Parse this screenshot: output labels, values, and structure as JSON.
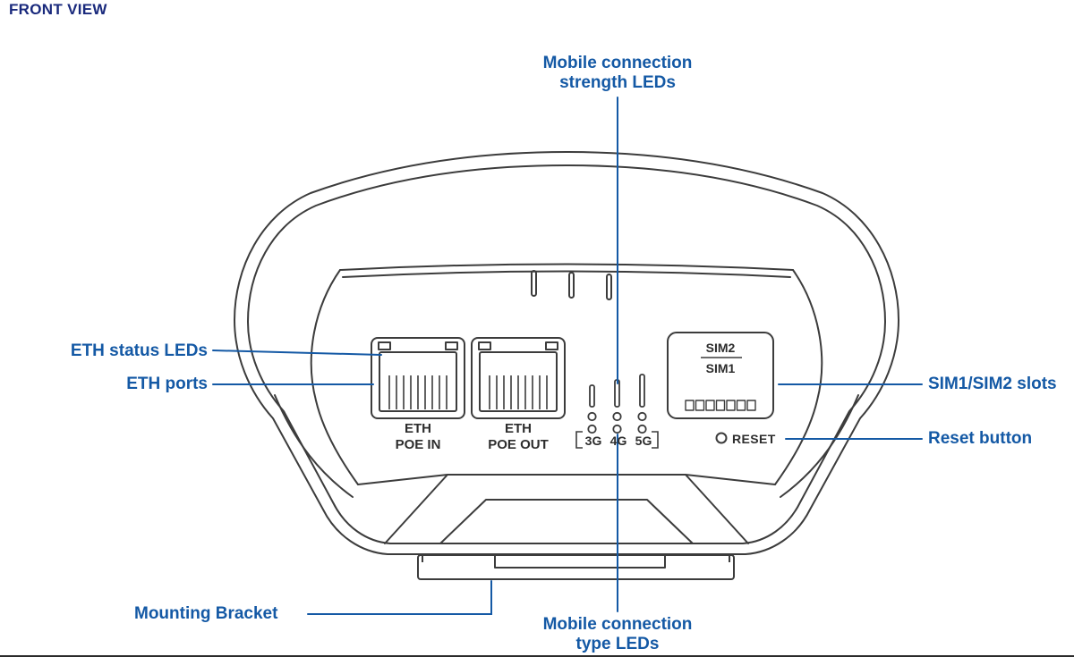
{
  "title": "FRONT VIEW",
  "colors": {
    "label_blue": "#1459A5",
    "title_blue": "#19297C",
    "line_art_gray": "#3C3C3C",
    "device_text": "#2D2D2D",
    "background": "#FFFFFF"
  },
  "callouts": {
    "strength_leds": {
      "line1": "Mobile connection",
      "line2": "strength LEDs"
    },
    "eth_status_leds": {
      "label": "ETH status LEDs"
    },
    "eth_ports": {
      "label": "ETH ports"
    },
    "sim_slots": {
      "label": "SIM1/SIM2 slots"
    },
    "reset_button": {
      "label": "Reset button"
    },
    "mounting_bracket": {
      "label": "Mounting Bracket"
    },
    "type_leds": {
      "line1": "Mobile connection",
      "line2": "type LEDs"
    }
  },
  "device": {
    "eth_port_in": {
      "line1": "ETH",
      "line2": "POE IN"
    },
    "eth_port_out": {
      "line1": "ETH",
      "line2": "POE OUT"
    },
    "connection_types": [
      "3G",
      "4G",
      "5G"
    ],
    "sim_slot_top": "SIM2",
    "sim_slot_bottom": "SIM1",
    "reset_label": "RESET"
  }
}
